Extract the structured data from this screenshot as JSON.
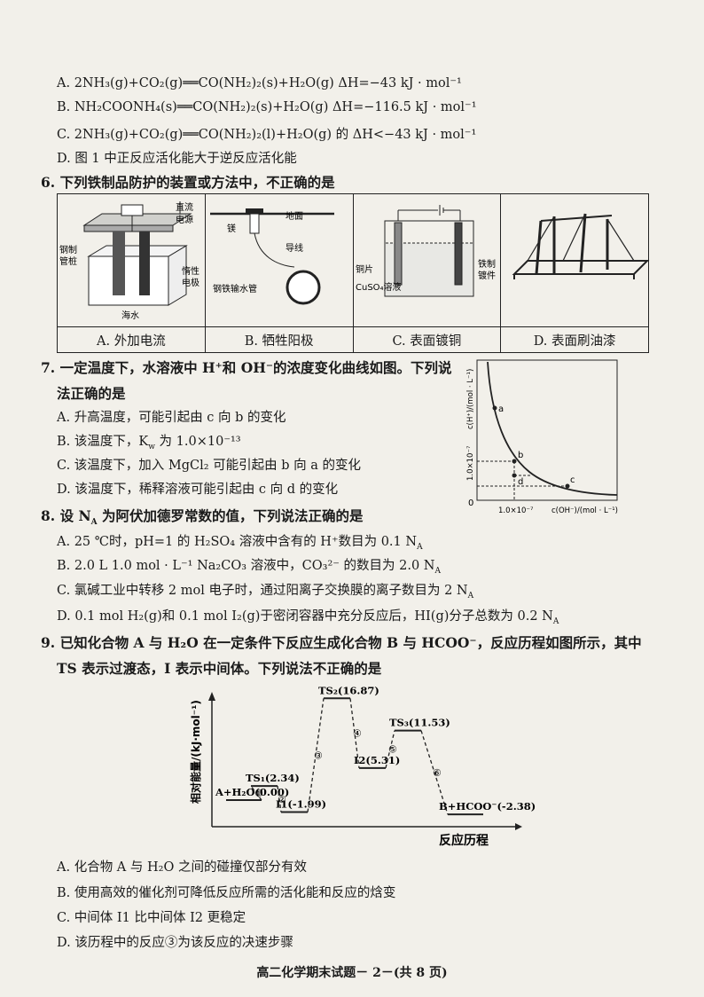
{
  "q5": {
    "optA": "A. 2NH₃(g)+CO₂(g)══CO(NH₂)₂(s)+H₂O(g)   ΔH=−43 kJ · mol⁻¹",
    "optB": "B. NH₂COONH₄(s)══CO(NH₂)₂(s)+H₂O(g)   ΔH=−116.5 kJ · mol⁻¹",
    "optC": "C. 2NH₃(g)+CO₂(g)══CO(NH₂)₂(l)+H₂O(g) 的 ΔH<−43 kJ · mol⁻¹",
    "optD": "D. 图 1 中正反应活化能大于逆反应活化能"
  },
  "q6": {
    "stem": "6. 下列铁制品防护的装置或方法中，不正确的是",
    "captions": [
      "A. 外加电流",
      "B. 牺牲阳极",
      "C. 表面镀铜",
      "D. 表面刷油漆"
    ],
    "figA": {
      "power": "直流",
      "power2": "电源",
      "pile": "钢制",
      "pile2": "管桩",
      "electrode": "惰性",
      "electrode2": "电极",
      "water": "海水"
    },
    "figB": {
      "ground": "地面",
      "mg": "镁",
      "wire": "导线",
      "pipe": "钢铁输水管"
    },
    "figC": {
      "copper": "铜片",
      "solution": "CuSO₄溶液",
      "iron": "铁制",
      "iron2": "镀件"
    }
  },
  "q7": {
    "stem1": "7. 一定温度下，水溶液中 H⁺和 OH⁻的浓度变化曲线如图。下列说",
    "stem2": "法正确的是",
    "optA": "A. 升高温度，可能引起由 c 向 b 的变化",
    "optB": "B. 该温度下，K",
    "optB_sub": "w",
    "optB_rest": " 为 1.0×10⁻¹³",
    "optC": "C. 该温度下，加入 MgCl₂ 可能引起由 b 向 a 的变化",
    "optD": "D. 该温度下，稀释溶液可能引起由 c 向 d 的变化",
    "graph": {
      "ylabel": "c(H⁺)/(mol · L⁻¹)",
      "xlabel": "c(OH⁻)/(mol · L⁻¹)",
      "xtick": "1.0×10⁻⁷",
      "ytick": "1.0×10⁻⁷",
      "origin": "0",
      "points": [
        "a",
        "b",
        "c",
        "d"
      ]
    }
  },
  "q8": {
    "stem": "8. 设 N",
    "stem_sub": "A",
    "stem_rest": " 为阿伏加德罗常数的值，下列说法正确的是",
    "optA": "A. 25 ℃时，pH=1 的 H₂SO₄ 溶液中含有的 H⁺数目为 0.1 N",
    "optB": "B. 2.0 L 1.0 mol · L⁻¹ Na₂CO₃ 溶液中，CO₃²⁻ 的数目为 2.0 N",
    "optC": "C. 氯碱工业中转移 2 mol 电子时，通过阳离子交换膜的离子数目为 2 N",
    "optD": "D. 0.1 mol H₂(g)和 0.1 mol I₂(g)于密闭容器中充分反应后，HI(g)分子总数为 0.2 N",
    "sub": "A"
  },
  "q9": {
    "stem1": "9. 已知化合物 A 与 H₂O 在一定条件下反应生成化合物 B 与 HCOO⁻，反应历程如图所示，其中",
    "stem2": "TS 表示过渡态，I 表示中间体。下列说法不正确的是",
    "optA": "A. 化合物 A 与 H₂O 之间的碰撞仅部分有效",
    "optB": "B. 使用高效的催化剂可降低反应所需的活化能和反应的焓变",
    "optC": "C. 中间体 I1 比中间体 I2 更稳定",
    "optD": "D. 该历程中的反应③为该反应的决速步骤"
  },
  "chart_data": {
    "type": "line",
    "ylabel": "相对能量/(kJ·mol⁻¹)",
    "xlabel": "反应历程",
    "states": [
      {
        "label": "A+H₂O(0.00)",
        "energy": 0.0
      },
      {
        "label": "TS₁(2.34)",
        "energy": 2.34
      },
      {
        "label": "I1(-1.99)",
        "energy": -1.99
      },
      {
        "label": "TS₂(16.87)",
        "energy": 16.87
      },
      {
        "label": "I2(5.31)",
        "energy": 5.31
      },
      {
        "label": "TS₃(11.53)",
        "energy": 11.53
      },
      {
        "label": "B+HCOO⁻(-2.38)",
        "energy": -2.38
      }
    ],
    "steps": [
      "①",
      "②",
      "③",
      "④",
      "⑤",
      "⑥"
    ]
  },
  "footer": "高二化学期末试题－ 2－(共 8 页)"
}
